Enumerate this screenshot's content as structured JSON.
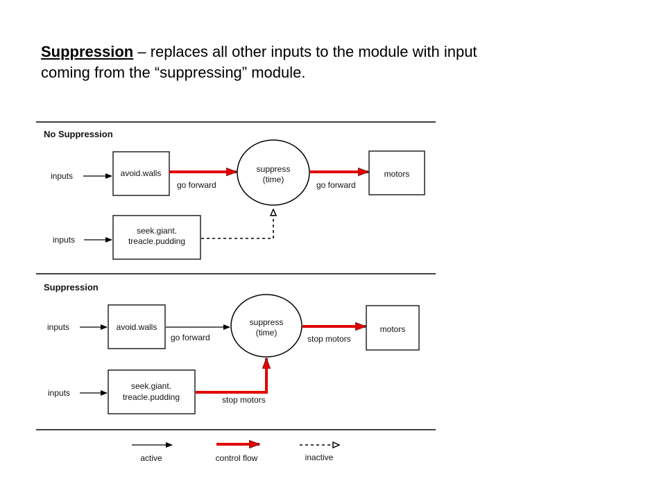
{
  "slide": {
    "term": "Suppression",
    "description_line1": " – replaces all other inputs to the module with input",
    "description_line2": "coming from the “suppressing” module."
  },
  "panel_top": {
    "title": "No Suppression",
    "row1_input": "inputs",
    "row2_input": "inputs",
    "avoid_box": "avoid.walls",
    "seek_box_line1": "seek.giant.",
    "seek_box_line2": "treacle.pudding",
    "suppress_line1": "suppress",
    "suppress_line2": "(time)",
    "motors_box": "motors",
    "label_avoid_out": "go forward",
    "label_suppress_out": "go forward"
  },
  "panel_bottom": {
    "title": "Suppression",
    "row1_input": "inputs",
    "row2_input": "inputs",
    "avoid_box": "avoid.walls",
    "seek_box_line1": "seek.giant.",
    "seek_box_line2": "treacle.pudding",
    "suppress_line1": "suppress",
    "suppress_line2": "(time)",
    "motors_box": "motors",
    "label_avoid_out": "go forward",
    "label_suppress_out": "stop motors",
    "label_seek_out": "stop motors"
  },
  "legend": {
    "active": "active",
    "control_flow": "control flow",
    "inactive": "inactive"
  },
  "colors": {
    "control_flow": "#e00000",
    "line": "#000000"
  }
}
